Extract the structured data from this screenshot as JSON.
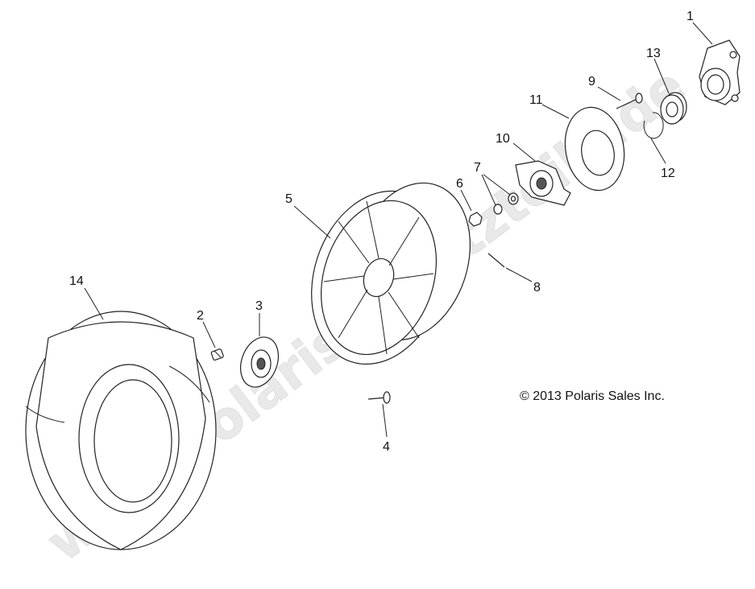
{
  "watermark": "www.polaris-ersatzteile.de",
  "copyright": "© 2013 Polaris Sales Inc.",
  "callouts": {
    "c1": "1",
    "c2": "2",
    "c3": "3",
    "c4": "4",
    "c5": "5",
    "c6": "6",
    "c7": "7",
    "c8": "8",
    "c9": "9",
    "c10": "10",
    "c11": "11",
    "c12": "12",
    "c13": "13",
    "c14": "14"
  }
}
